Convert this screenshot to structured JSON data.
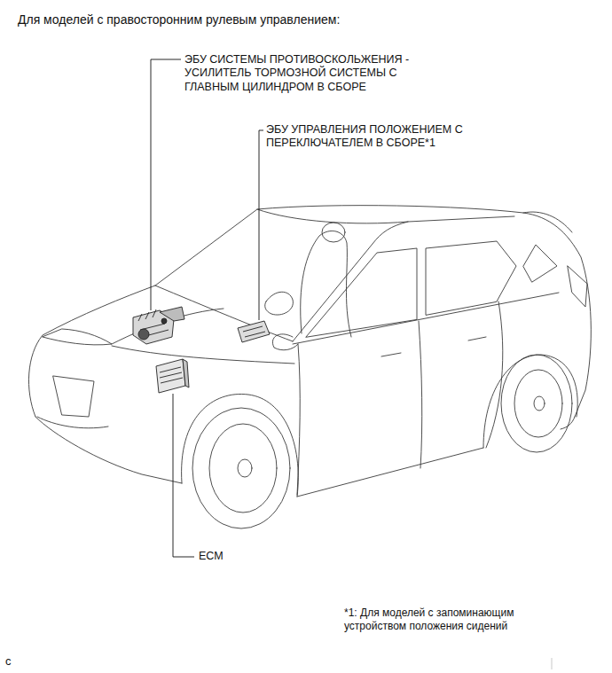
{
  "diagram": {
    "title": "Для моделей с правосторонним рулевым управлением:",
    "labels": [
      "ЭБУ СИСТЕМЫ ПРОТИВОСКОЛЬЖЕНИЯ - УСИЛИТЕЛЬ ТОРМОЗНОЙ СИСТЕМЫ С ГЛАВНЫМ ЦИЛИНДРОМ В СБОРЕ",
      "ЭБУ УПРАВЛЕНИЯ ПОЛОЖЕНИЕМ С ПЕРЕКЛЮЧАТЕЛЕМ В СБОРЕ*1",
      "ECM",
      "*1: Для моделей с запоминающим устройством положения сидений",
      "c"
    ]
  }
}
